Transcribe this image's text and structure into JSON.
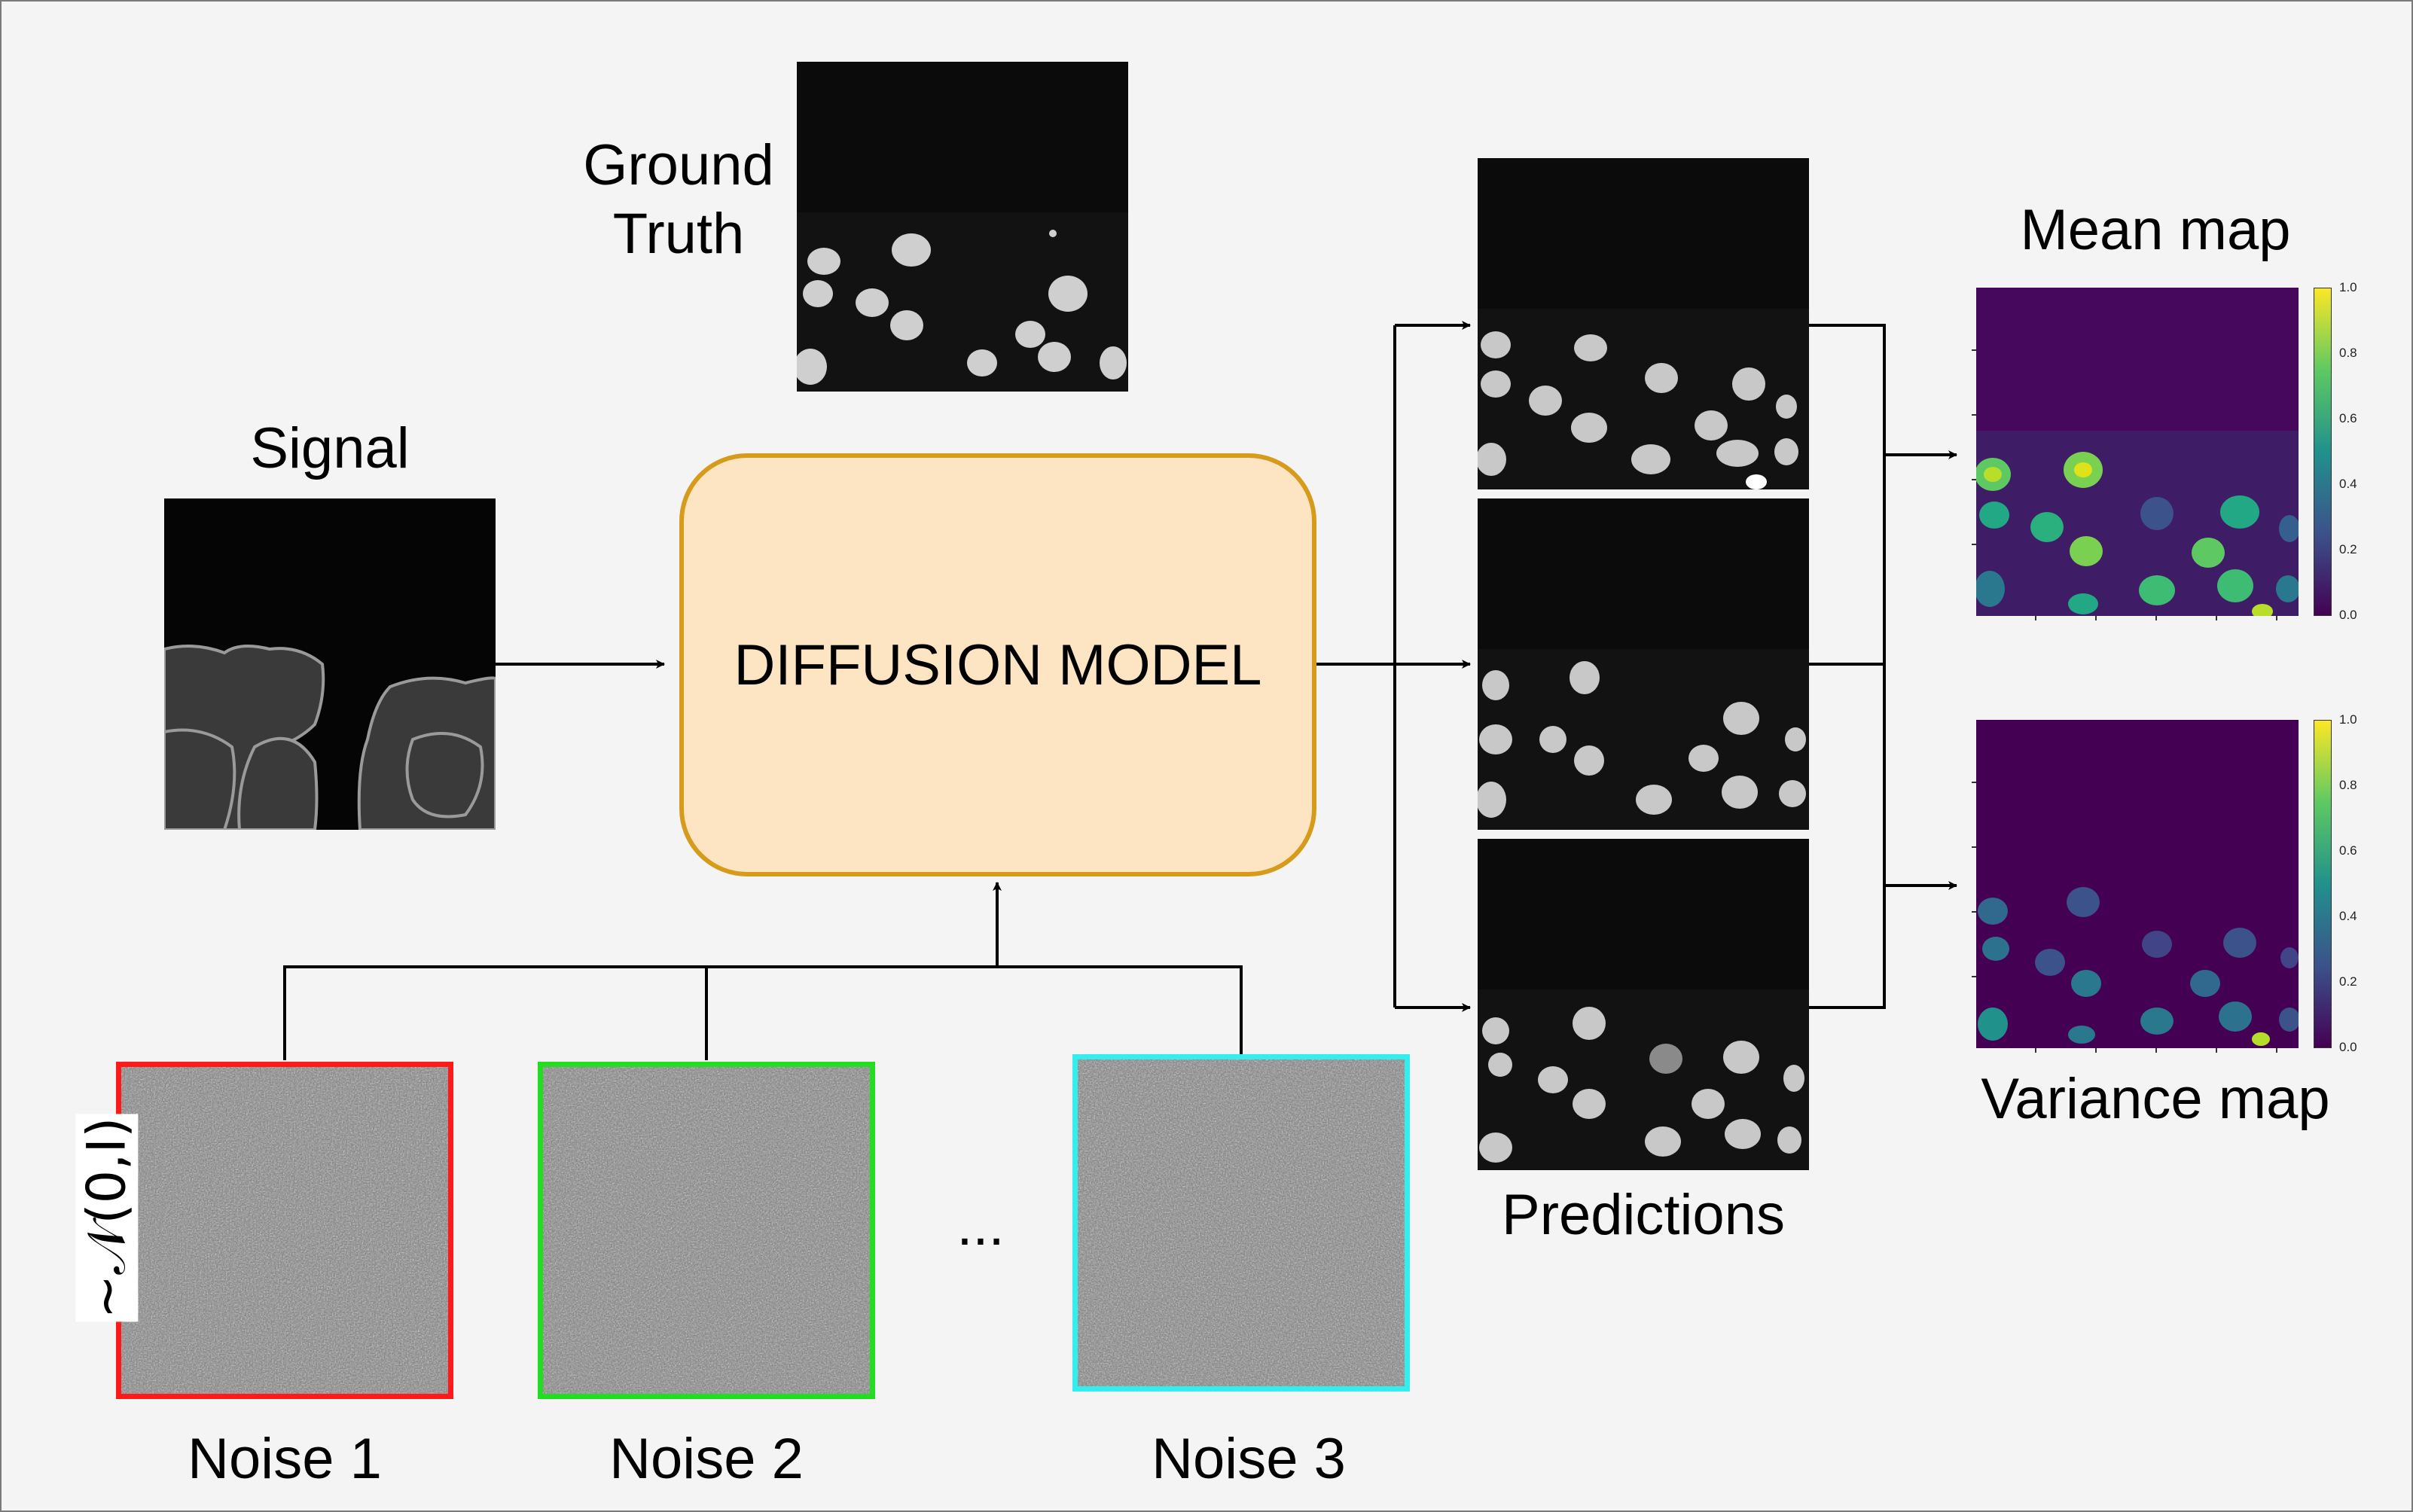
{
  "labels": {
    "ground_truth_line1": "Ground",
    "ground_truth_line2": "Truth",
    "signal": "Signal",
    "model": "DIFFUSION MODEL",
    "predictions": "Predictions",
    "mean_map": "Mean map",
    "variance_map": "Variance map",
    "noise_1": "Noise 1",
    "noise_2": "Noise 2",
    "noise_3": "Noise 3",
    "ellipsis": "...",
    "distribution": "~𝒩(0,I)"
  },
  "colorbar": {
    "ticks": [
      "1.0",
      "0.8",
      "0.6",
      "0.4",
      "0.2",
      "0.0"
    ],
    "colormap": "viridis"
  },
  "colors": {
    "model_fill": "#fde4c2",
    "model_border": "#d79b1b",
    "noise_1_border": "#ff1a1a",
    "noise_2_border": "#22dd22",
    "noise_3_border": "#33eeee",
    "background": "#f4f4f4"
  }
}
